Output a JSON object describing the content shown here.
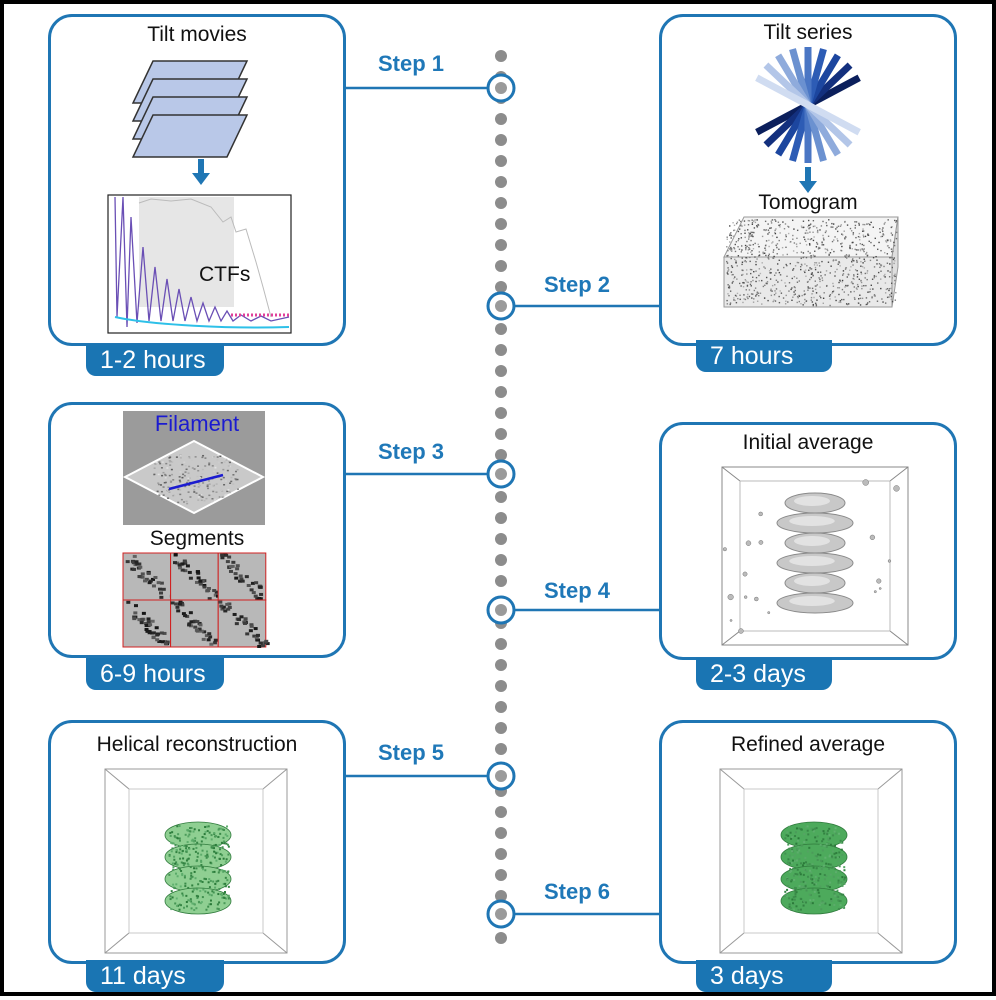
{
  "steps": [
    {
      "label": "Step 1",
      "side": "left",
      "title": "Tilt movies",
      "sublabel": "CTFs",
      "duration": "1-2 hours"
    },
    {
      "label": "Step 2",
      "side": "right",
      "title": "Tilt series",
      "sublabel": "Tomogram",
      "duration": "7 hours"
    },
    {
      "label": "Step 3",
      "side": "left",
      "title": "Filament",
      "sublabel": "Segments",
      "duration": "6-9 hours"
    },
    {
      "label": "Step 4",
      "side": "right",
      "title": "Initial average",
      "duration": "2-3 days"
    },
    {
      "label": "Step 5",
      "side": "left",
      "title": "Helical reconstruction",
      "duration": "11 days"
    },
    {
      "label": "Step 6",
      "side": "right",
      "title": "Refined average",
      "duration": "3 days"
    }
  ],
  "colors": {
    "accent": "#1f76b4",
    "badge": "#1a75b3",
    "dots": "#8c8c8c",
    "filament_text": "#1b1bd0",
    "density_green": "#4daa5c",
    "stack_fill": "#b9c8e8"
  }
}
